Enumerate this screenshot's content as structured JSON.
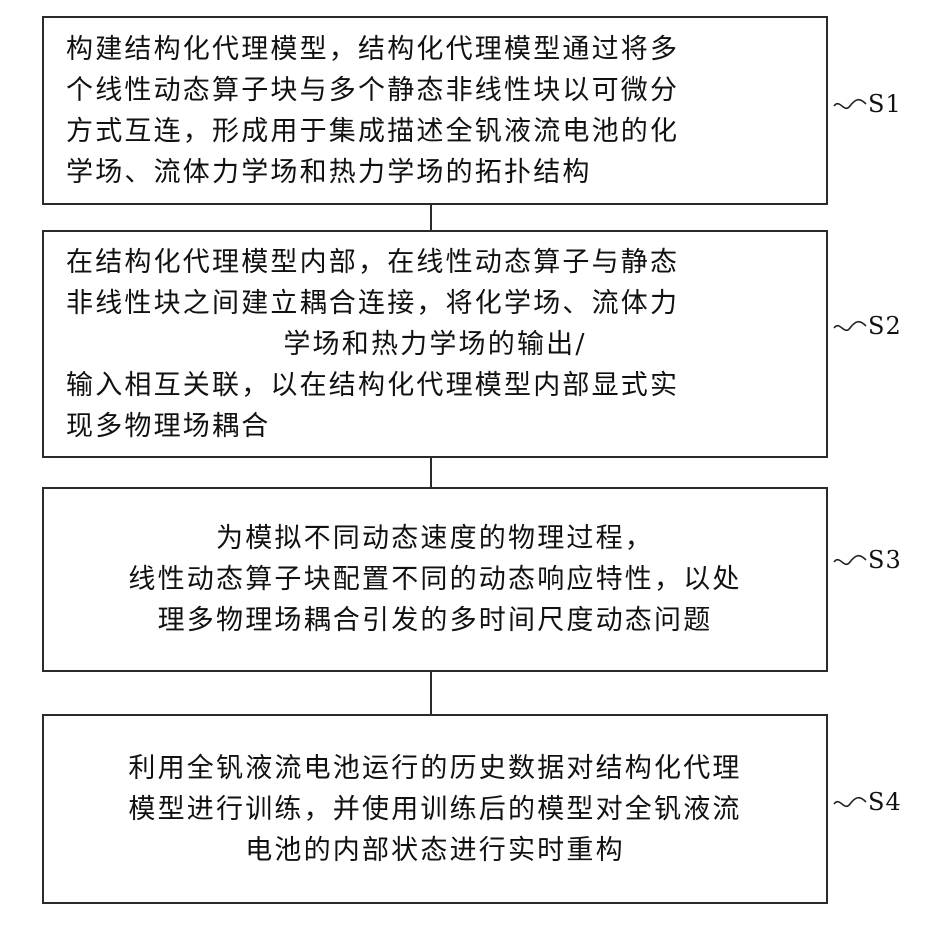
{
  "steps": [
    {
      "label": "S1",
      "lines": [
        "构建结构化代理模型，结构化代理模型通过将多",
        "个线性动态算子块与多个静态非线性块以可微分",
        "方式互连，形成用于集成描述全钒液流电池的化",
        "学场、流体力学场和热力学场的拓扑结构"
      ]
    },
    {
      "label": "S2",
      "lines": [
        "在结构化代理模型内部，在线性动态算子与静态",
        "非线性块之间建立耦合连接，将化学场、流体力",
        "学场和热力学场的输出/",
        "输入相互关联，以在结构化代理模型内部显式实",
        "现多物理场耦合"
      ]
    },
    {
      "label": "S3",
      "lines": [
        "为模拟不同动态速度的物理过程，",
        "线性动态算子块配置不同的动态响应特性，以处",
        "理多物理场耦合引发的多时间尺度动态问题"
      ]
    },
    {
      "label": "S4",
      "lines": [
        "利用全钒液流电池运行的历史数据对结构化代理",
        "模型进行训练，并使用训练后的模型对全钒液流",
        "电池的内部状态进行实时重构"
      ]
    }
  ]
}
